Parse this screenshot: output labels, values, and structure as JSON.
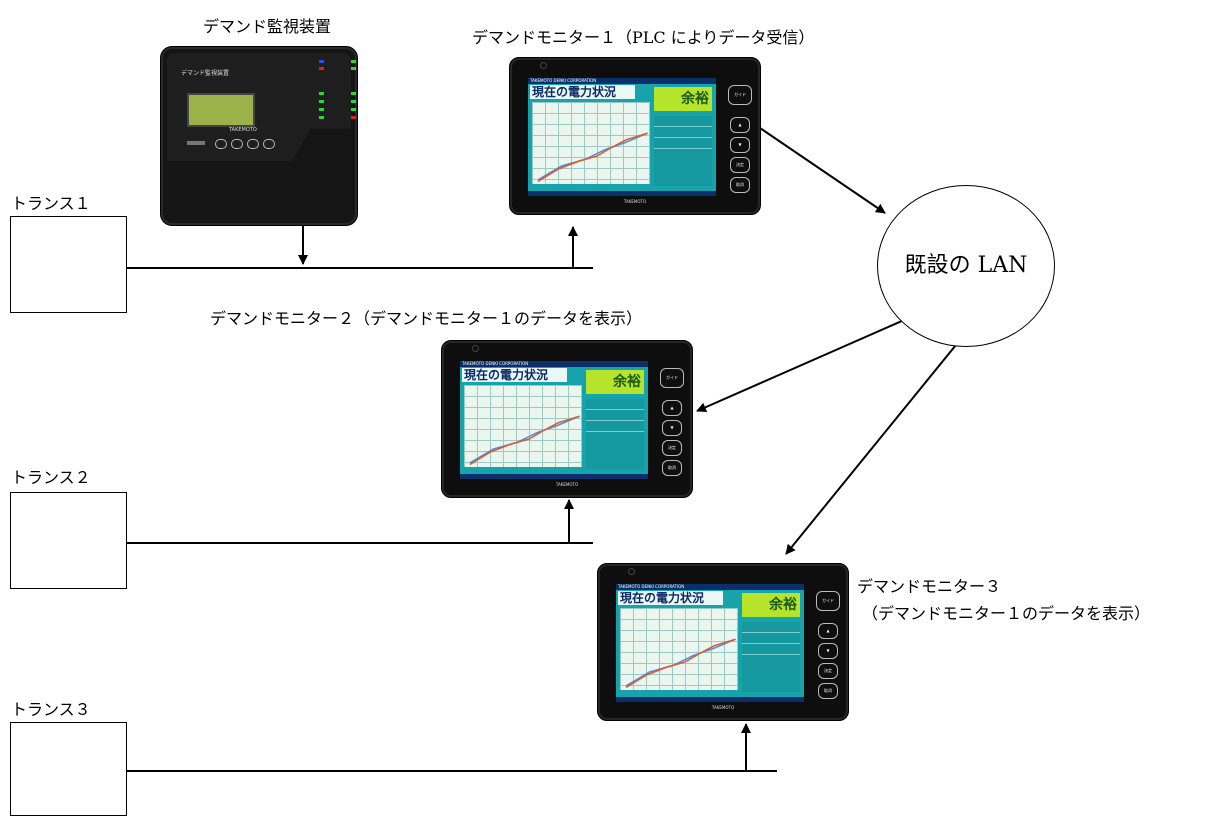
{
  "supervisory_unit": {
    "title": "デマンド監視装置",
    "panel_title": "デマンド監視装置",
    "brand": "TAKEMOTO"
  },
  "monitors": [
    {
      "caption": "デマンドモニター１（PLC によりデータ受信）"
    },
    {
      "caption": "デマンドモニター２（デマンドモニター１のデータを表示）"
    },
    {
      "caption_line1": "デマンドモニター３",
      "caption_line2": "（デマンドモニター１のデータを表示）"
    }
  ],
  "monitor_screen": {
    "header": "TAKEMOTO DENKI CORPORATION",
    "title": "現在の電力状況",
    "status": "余裕",
    "brand": "TAKEMOTO",
    "buttons": [
      "ガイド",
      "▲",
      "▼",
      "決定",
      "取消"
    ]
  },
  "lan": {
    "label": "既設の LAN"
  },
  "transformers": [
    "トランス１",
    "トランス２",
    "トランス３"
  ],
  "colors": {
    "screen": "#17a3ab",
    "status": "#b6e42a",
    "header": "#0a2f6b"
  }
}
